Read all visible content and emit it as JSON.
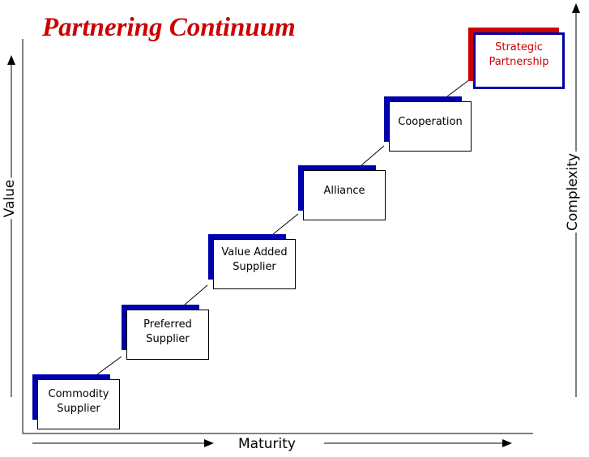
{
  "title": "Partnering Continuum",
  "axes": {
    "y_left": "Value",
    "y_right": "Complexity",
    "x": "Maturity"
  },
  "steps": [
    {
      "label": "Commodity\nSupplier"
    },
    {
      "label": "Preferred\nSupplier"
    },
    {
      "label": "Value Added\nSupplier"
    },
    {
      "label": "Alliance"
    },
    {
      "label": "Cooperation"
    },
    {
      "label": "Strategic\nPartnership"
    }
  ],
  "colors": {
    "title": "#cc0000",
    "step_shadow": "#0000aa",
    "final_shadow": "#cc0000",
    "final_text": "#cc0000",
    "line": "#000000"
  }
}
